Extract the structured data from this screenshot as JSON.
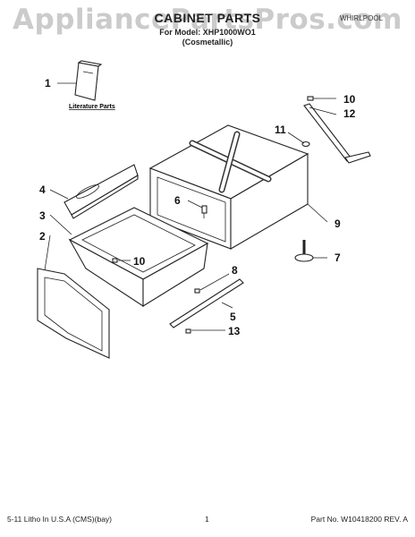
{
  "watermark": "AppliancePartsPros.com",
  "header": {
    "title": "CABINET PARTS",
    "model_line": "For Model: XHP1000WO1",
    "variant": "(Cosmetallic)",
    "brand": "WHIRLPOOL"
  },
  "literature_label": "Literature Parts",
  "callouts": [
    "1",
    "2",
    "3",
    "4",
    "5",
    "6",
    "7",
    "8",
    "9",
    "10",
    "10",
    "11",
    "12",
    "13"
  ],
  "footer": {
    "left": "5-11 Litho In U.S.A (CMS)(bay)",
    "page": "1",
    "right": "Part No. W10418200 REV. A"
  }
}
